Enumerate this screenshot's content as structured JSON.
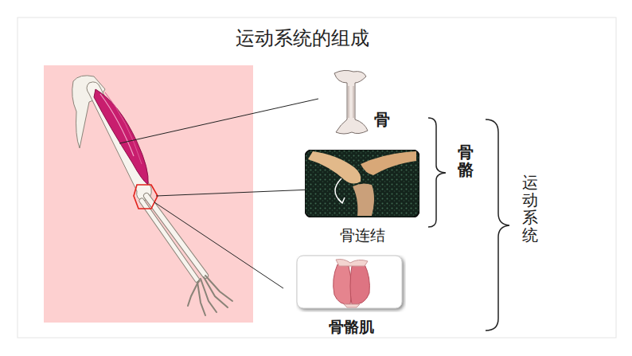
{
  "diagram": {
    "title": "运动系统的组成",
    "nodes": [
      {
        "text": [
          "骨连结"
        ]
      },
      {
        "text": [
          "骨骼肌"
        ]
      }
    ],
    "labels": [
      "骨",
      "骨骼",
      "运动系统"
    ]
  }
}
